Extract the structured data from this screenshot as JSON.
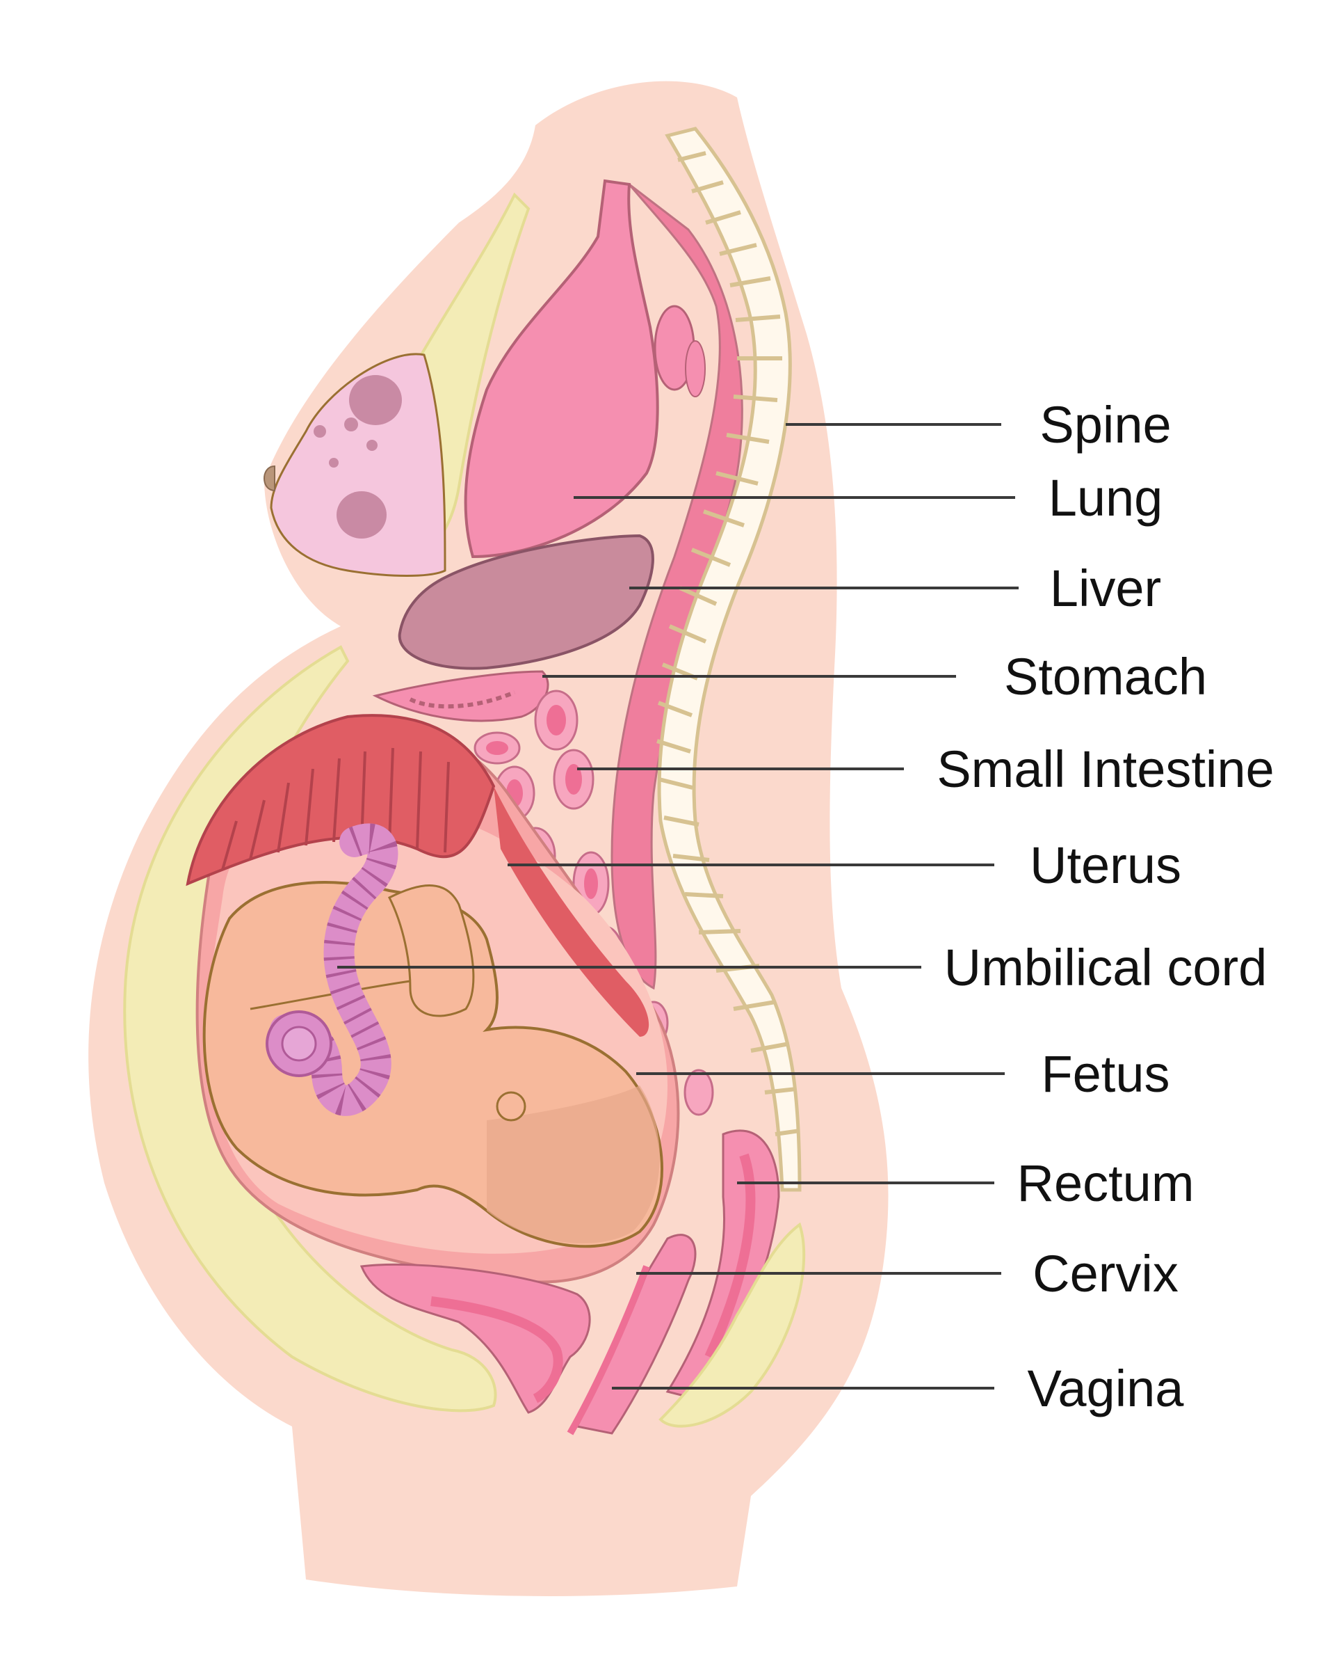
{
  "diagram": {
    "colors": {
      "body_skin": "#fbd9cc",
      "organ_pink": "#f59ab3",
      "organ_deep_pink": "#ee6f95",
      "liver": "#c98b9c",
      "placenta_red": "#e05d64",
      "fat_yellow": "#f3ecb6",
      "spine_bone": "#fff8ec",
      "spine_outline": "#d7c291",
      "breast_pink": "#f5c6dd",
      "breast_lobe": "#c98aa4",
      "fetus_skin": "#f7b99c",
      "cord_purple": "#dc8dc8",
      "uterus_wall": "#f7a6a6",
      "outline": "#9a7032",
      "leader_line": "#3a3a3a",
      "label_text": "#111111"
    },
    "labels": [
      {
        "id": "spine",
        "text": "Spine"
      },
      {
        "id": "lung",
        "text": "Lung"
      },
      {
        "id": "liver",
        "text": "Liver"
      },
      {
        "id": "stomach",
        "text": "Stomach"
      },
      {
        "id": "small-intestine",
        "text": "Small Intestine"
      },
      {
        "id": "uterus",
        "text": "Uterus"
      },
      {
        "id": "umbilical-cord",
        "text": "Umbilical cord"
      },
      {
        "id": "fetus",
        "text": "Fetus"
      },
      {
        "id": "rectum",
        "text": "Rectum"
      },
      {
        "id": "cervix",
        "text": "Cervix"
      },
      {
        "id": "vagina",
        "text": "Vagina"
      }
    ]
  }
}
